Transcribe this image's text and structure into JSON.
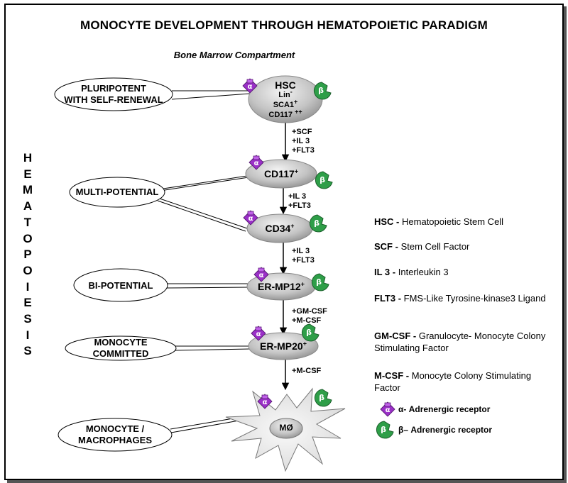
{
  "title": "MONOCYTE DEVELOPMENT THROUGH HEMATOPOIETIC PARADIGM",
  "subtitle": "Bone Marrow Compartment",
  "side_word": [
    "H",
    "E",
    "M",
    "A",
    "T",
    "O",
    "P",
    "O",
    "I",
    "E",
    "S",
    "I",
    "S"
  ],
  "ovals": {
    "pluripotent": [
      "PLURIPOTENT",
      "WITH SELF-RENEWAL"
    ],
    "multipotential": "MULTI-POTENTIAL",
    "bipotential": "BI-POTENTIAL",
    "committed": "MONOCYTE COMMITTED",
    "macrophages": "MONOCYTE / MACROPHAGES"
  },
  "cells": {
    "hsc": {
      "name": "HSC",
      "lin": "Lin",
      "lin_sup": "-",
      "sca": "SCA1",
      "sca_sup": "+",
      "cd117": "CD117",
      "cd117_sup": "++"
    },
    "cd117": {
      "name": "CD117",
      "sup": "+"
    },
    "cd34": {
      "name": "CD34",
      "sup": "+"
    },
    "ermp12": {
      "name": "ER-MP12",
      "sup": "+"
    },
    "ermp20": {
      "name": "ER-MP20",
      "sup": "+"
    },
    "macrophage": {
      "name": "MØ"
    }
  },
  "factors": {
    "step1": [
      "+SCF",
      "+IL 3",
      "+FLT3"
    ],
    "step2": [
      "+IL 3",
      "+FLT3"
    ],
    "step3": [
      "+IL 3",
      "+FLT3"
    ],
    "step4": [
      "+GM-CSF",
      "+M-CSF"
    ],
    "step5": [
      "+M-CSF"
    ]
  },
  "receptor_symbols": {
    "alpha": "α",
    "beta": "β"
  },
  "legend": [
    {
      "abbr": "HSC -",
      "text": "Hematopoietic Stem Cell"
    },
    {
      "abbr": "SCF -",
      "text": "Stem Cell Factor"
    },
    {
      "abbr": "IL 3 -",
      "text": "Interleukin 3"
    },
    {
      "abbr": "FLT3 -",
      "text": "FMS-Like Tyrosine-kinase3 Ligand"
    },
    {
      "abbr": "GM-CSF -",
      "text": "Granulocyte- Monocyte Colony Stimulating Factor"
    },
    {
      "abbr": "M-CSF -",
      "text": "Monocyte Colony Stimulating Factor"
    }
  ],
  "receptor_legend": {
    "alpha": "α- Adrenergic receptor",
    "beta": "β– Adrenergic receptor"
  },
  "colors": {
    "alpha_receptor": "#9b30c8",
    "beta_receptor": "#2e9e48",
    "cell_gray": "#b9b9b9"
  }
}
